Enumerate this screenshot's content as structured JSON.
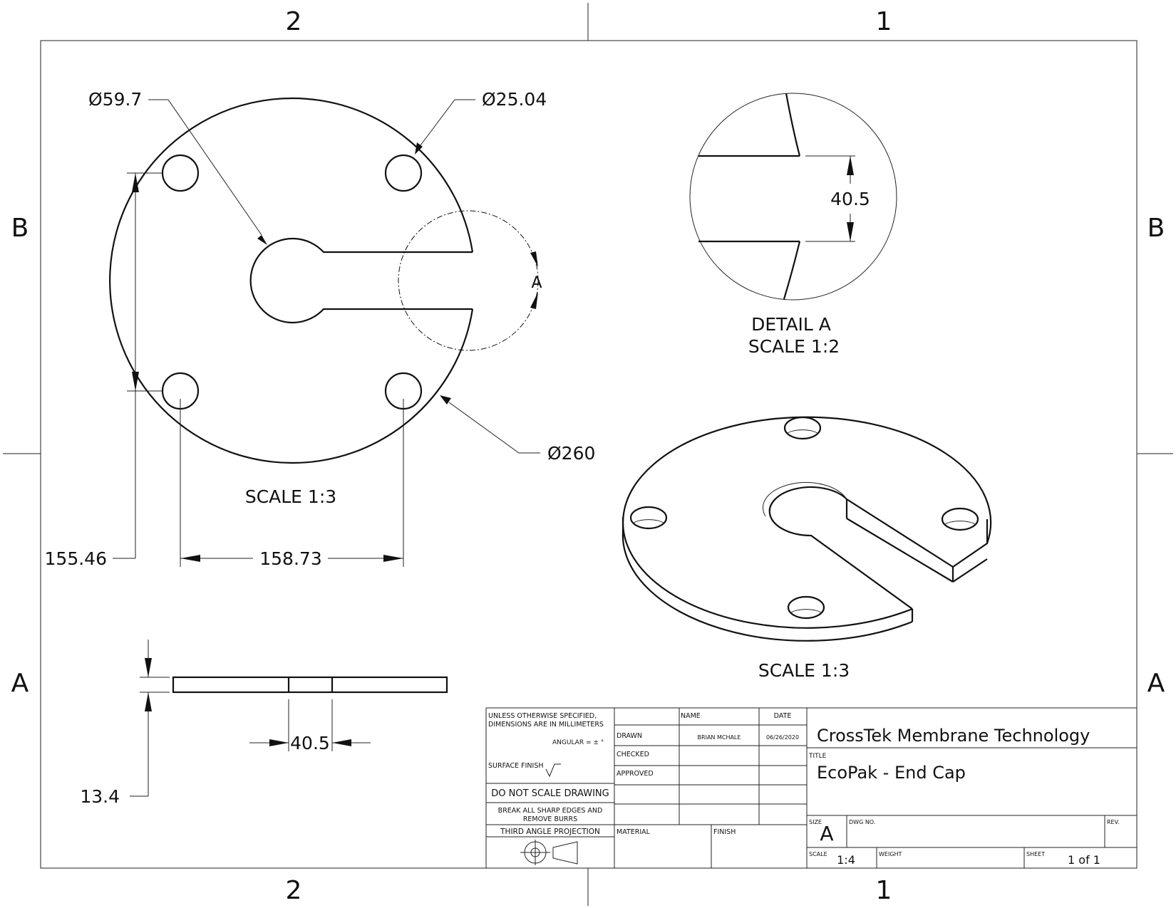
{
  "zones": {
    "col_2": "2",
    "col_1": "1",
    "row_b": "B",
    "row_a": "A"
  },
  "top_view": {
    "keyhole_dia": "Ø59.7",
    "hole_dia": "Ø25.04",
    "outer_dia": "Ø260",
    "detail_callout": "A",
    "vert_spacing": "155.46",
    "horiz_spacing": "158.73",
    "scale": "SCALE 1:3"
  },
  "detail_view": {
    "slot_width": "40.5",
    "title": "DETAIL A",
    "scale": "SCALE 1:2"
  },
  "iso_view": {
    "scale": "SCALE 1:3"
  },
  "side_view": {
    "thickness": "13.4",
    "slot_width": "40.5"
  },
  "title_block": {
    "notes": {
      "line1": "UNLESS OTHERWISE SPECIFIED,",
      "line2": "DIMENSIONS ARE IN MILLIMETERS",
      "angular": "ANGULAR = ± °",
      "surface_finish": "SURFACE FINISH"
    },
    "do_not_scale": "DO NOT SCALE DRAWING",
    "break_edges_1": "BREAK ALL SHARP EDGES AND",
    "break_edges_2": "REMOVE BURRS",
    "projection": "THIRD ANGLE PROJECTION",
    "headers": {
      "name": "NAME",
      "date": "DATE"
    },
    "rows": {
      "drawn": "DRAWN",
      "checked": "CHECKED",
      "approved": "APPROVED"
    },
    "drawn_name": "BRIAN MCHALE",
    "drawn_date": "06/26/2020",
    "material_label": "MATERIAL",
    "finish_label": "FINISH",
    "company": "CrossTek Membrane Technology",
    "title_label": "TITLE",
    "title": "EcoPak - End Cap",
    "size_label": "SIZE",
    "size": "A",
    "dwg_no_label": "DWG NO.",
    "rev_label": "REV.",
    "scale_label": "SCALE",
    "scale": "1:4",
    "weight_label": "WEIGHT",
    "sheet_label": "SHEET",
    "sheet": "1 of 1"
  }
}
